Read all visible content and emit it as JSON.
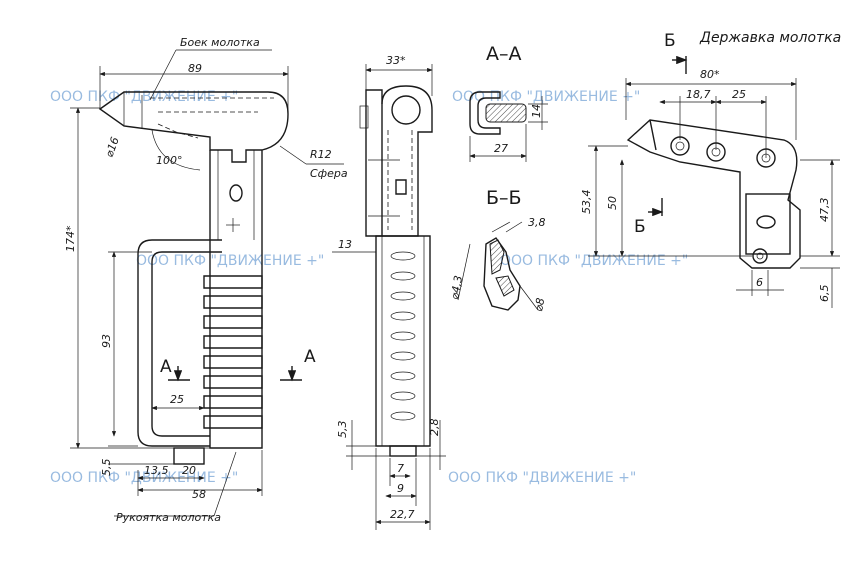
{
  "watermark": "ООО ПКФ \"ДВИЖЕНИЕ +\"",
  "labels": {
    "hammer_head": "Боек молотка",
    "handle": "Рукоятка молотка",
    "holder": "Державка молотка",
    "radius": "R12",
    "sphere": "Сфера",
    "section_aa": "А–А",
    "section_bb": "Б–Б",
    "cut_a": "А",
    "cut_b": "Б"
  },
  "dims": {
    "d89": "89",
    "d16": "⌀16",
    "d100": "100°",
    "d174": "174*",
    "d93": "93",
    "d25": "25",
    "d55": "5,5",
    "d135": "13,5",
    "d20": "20",
    "d58": "58",
    "d33": "33*",
    "d13": "13",
    "d53": "5,3",
    "d28": "2,8",
    "d7": "7",
    "d9": "9",
    "d227": "22,7",
    "d14": "14",
    "d27": "27",
    "d38": "3,8",
    "d43": "⌀4,3",
    "d8": "⌀8",
    "d80": "80*",
    "d187": "18,7",
    "d25b": "25",
    "d534": "53,4",
    "d50": "50",
    "d473": "47,3",
    "d6": "6",
    "d65": "6,5"
  },
  "colors": {
    "line": "#1a1a1a",
    "watermark": "#8fb4dd"
  }
}
